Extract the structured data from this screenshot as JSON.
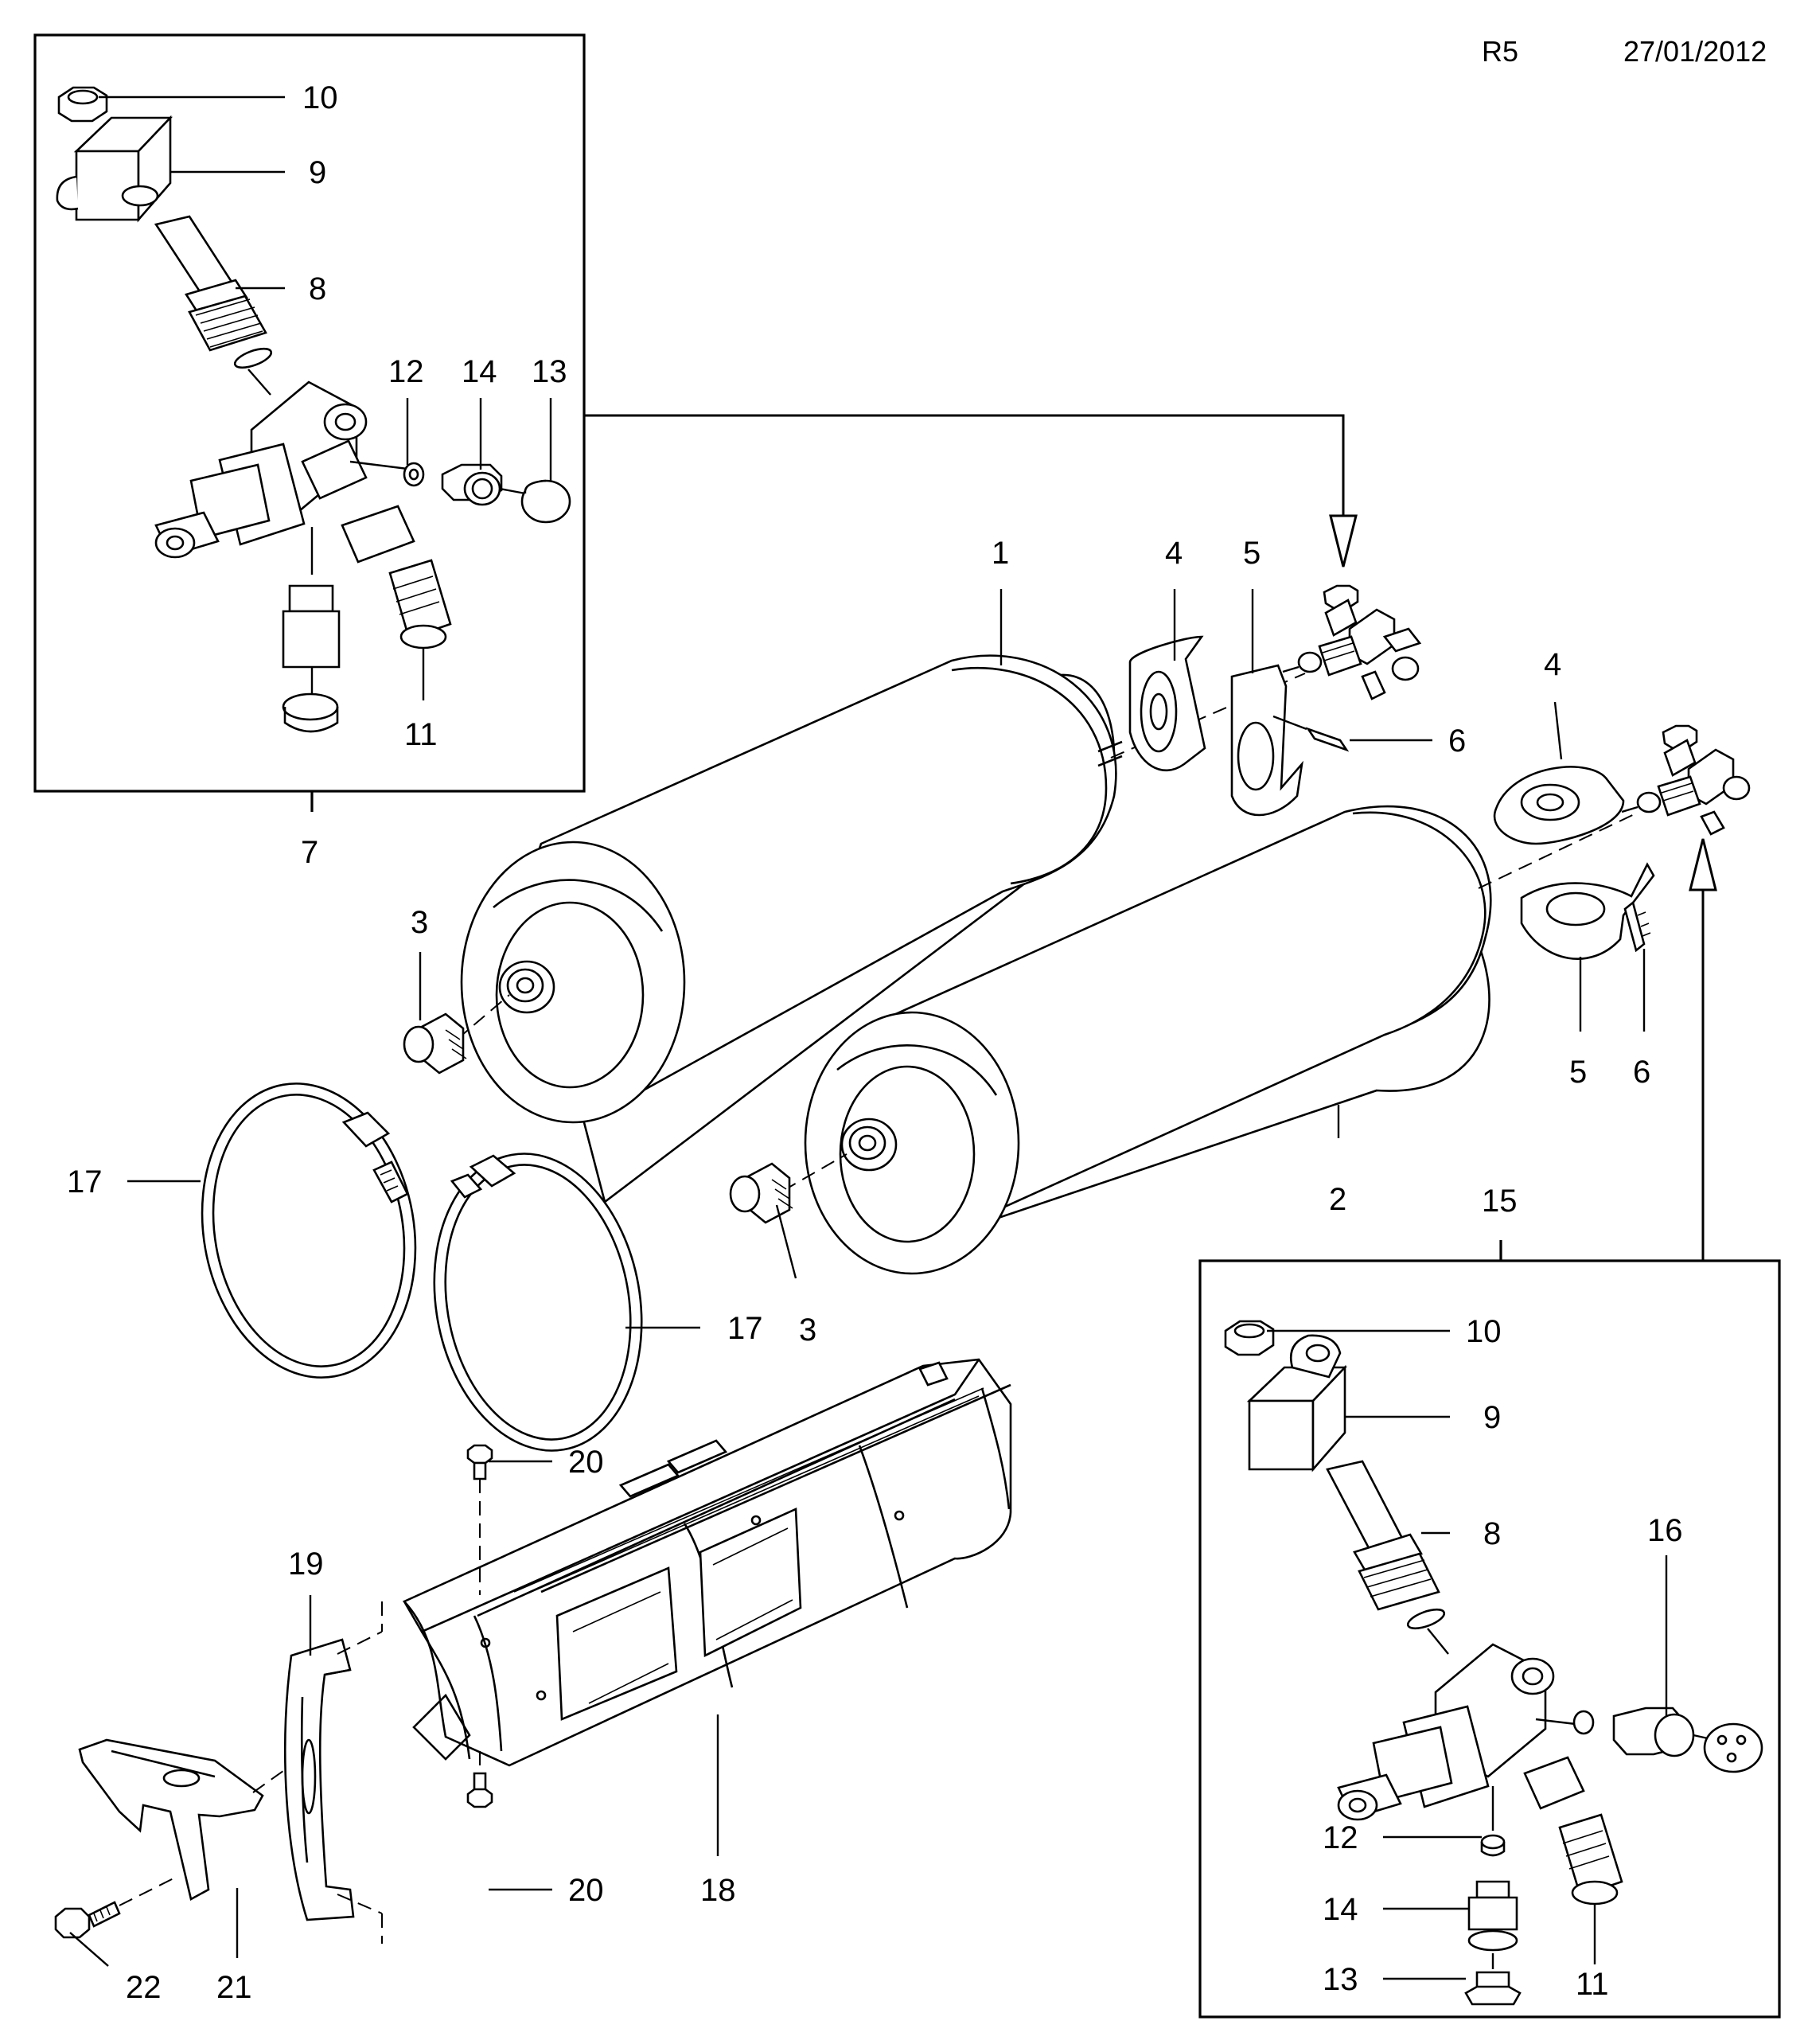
{
  "header": {
    "code": "R5",
    "date": "27/01/2012"
  },
  "callouts": {
    "c1": "1",
    "c2": "2",
    "c3a": "3",
    "c3b": "3",
    "c4a": "4",
    "c4b": "4",
    "c5a": "5",
    "c5b": "5",
    "c6a": "6",
    "c6b": "6",
    "c7": "7",
    "c15": "15",
    "c17a": "17",
    "c17b": "17",
    "c18": "18",
    "c19": "19",
    "c20a": "20",
    "c20b": "20",
    "c21": "21",
    "c22": "22",
    "box1": {
      "c10": "10",
      "c9": "9",
      "c8": "8",
      "c12": "12",
      "c14": "14",
      "c13": "13",
      "c11": "11"
    },
    "box2": {
      "c10": "10",
      "c9": "9",
      "c8": "8",
      "c16": "16",
      "c12": "12",
      "c14": "14",
      "c13": "13",
      "c11": "11"
    }
  }
}
